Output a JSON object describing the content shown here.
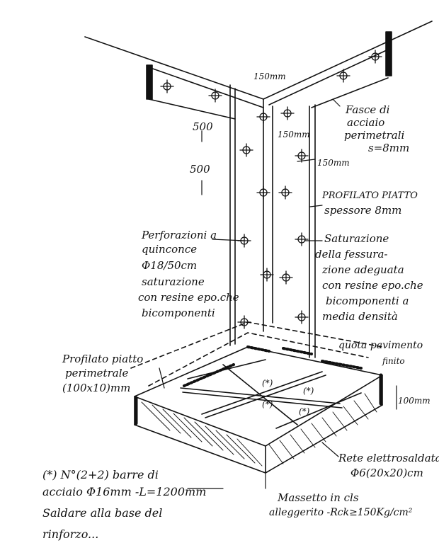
{
  "labels": {
    "steel_bands": [
      "Fasce di",
      "acciaio",
      "perimetrali",
      "s=8mm"
    ],
    "dim_150_top": "150mm",
    "dim_150_mid": "150mm",
    "dim_150_right": "150mm",
    "dim_500_a": "500",
    "dim_500_b": "500",
    "flat_profile": [
      "PROFILATO PIATTO",
      "spessore 8mm"
    ],
    "perforations": [
      "Perforazioni a",
      "quinconce",
      "Φ18/50cm",
      "saturazione",
      "con resine epo.che",
      "bicomponenti"
    ],
    "saturation": [
      "Saturazione",
      "della fessura-",
      "zione adeguata",
      "con resine epo.che",
      "bicomponenti a",
      "media densità"
    ],
    "floor_level": [
      "quota pavimento",
      "finito"
    ],
    "perimeter_profile": [
      "Profilato piatto",
      "perimetrale",
      "(100x10)mm"
    ],
    "dim_100": "100mm",
    "welded_mesh": [
      "Rete elettrosaldata",
      "Φ6(20x20)cm"
    ],
    "screed": [
      "Massetto in cls",
      "alleggerito -Rck≥150Kg/cm²"
    ],
    "note": [
      "(*) N°(2+2) barre di",
      "acciaio Φ16mm -L=1200mm",
      "Saldare alla base del",
      "rinforzo..."
    ],
    "asterisk": "(*)"
  },
  "colors": {
    "ink": "#111111",
    "paper": "#ffffff"
  }
}
